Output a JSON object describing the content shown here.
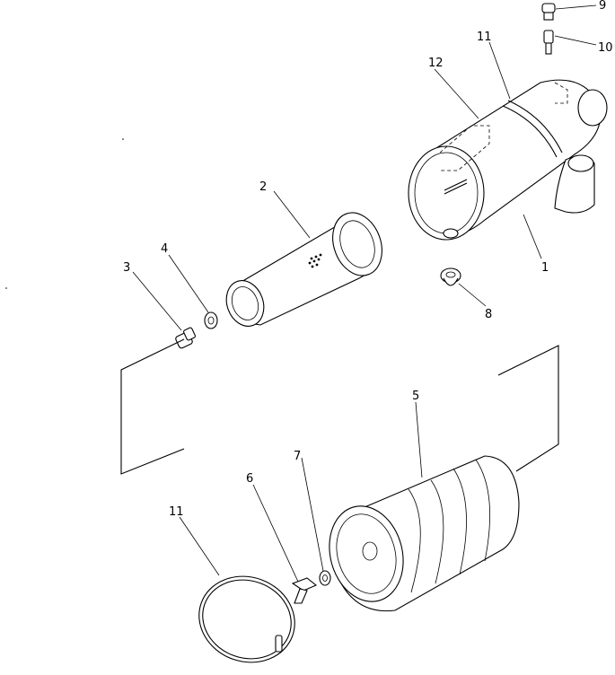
{
  "callouts": {
    "c1": "1",
    "c2": "2",
    "c3": "3",
    "c4": "4",
    "c5": "5",
    "c6": "6",
    "c7": "7",
    "c8": "8",
    "c9": "9",
    "c10": "10",
    "c11_top": "11",
    "c11_bottom": "11",
    "c12": "12"
  }
}
